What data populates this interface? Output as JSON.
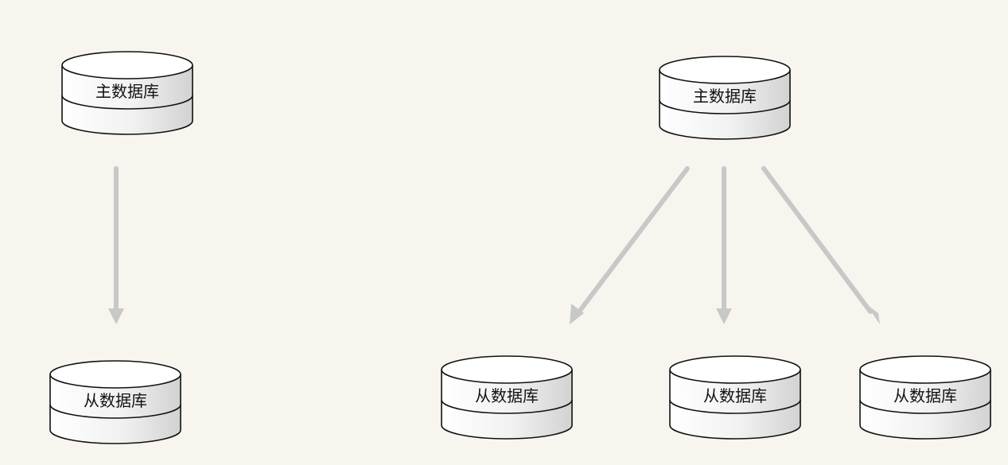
{
  "colors": {
    "background": "#f8f5ef",
    "arrow": "#c8c8c8",
    "outline": "#111111",
    "fill_top": "#ffffff",
    "fill_side": "#e3e3e3"
  },
  "diagrams": {
    "left": {
      "master": {
        "label": "主数据库"
      },
      "slaves": [
        {
          "label": "从数据库"
        }
      ]
    },
    "right": {
      "master": {
        "label": "主数据库"
      },
      "slaves": [
        {
          "label": "从数据库"
        },
        {
          "label": "从数据库"
        },
        {
          "label": "从数据库"
        }
      ]
    }
  }
}
